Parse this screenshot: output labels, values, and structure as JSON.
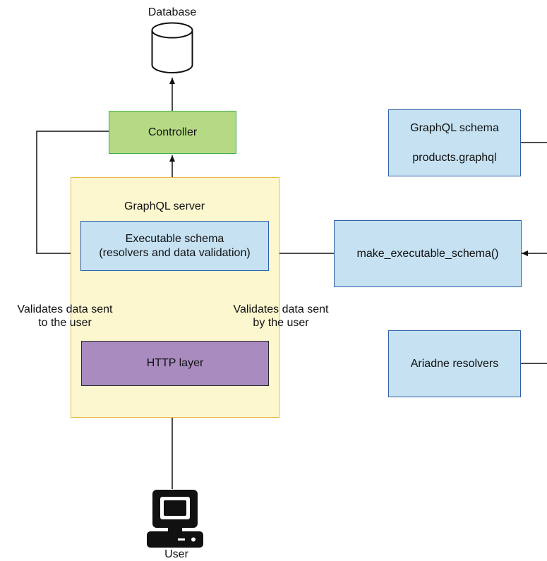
{
  "labels": {
    "database": "Database",
    "controller": "Controller",
    "graphql_server": "GraphQL server",
    "executable_schema_line1": "Executable schema",
    "executable_schema_line2": "(resolvers and data validation)",
    "validates_sent_to_user_line1": "Validates data sent",
    "validates_sent_to_user_line2": "to the user",
    "validates_sent_by_user_line1": "Validates data sent",
    "validates_sent_by_user_line2": "by the user",
    "http_layer": "HTTP layer",
    "user": "User",
    "graphql_schema": "GraphQL schema",
    "products_graphql": "products.graphql",
    "make_executable_schema": "make_executable_schema()",
    "ariadne_resolvers": "Ariadne resolvers"
  },
  "colors": {
    "controller_fill": "#b5d985",
    "controller_border": "#3fae4a",
    "server_fill": "#fdf7cf",
    "server_border": "#e8b73f",
    "blue_fill": "#c5e1f2",
    "blue_border": "#2f5fa7",
    "http_fill": "#a98bc0",
    "http_border": "#2a2a2a",
    "line": "#111111"
  },
  "icons": {
    "database": "database-cylinder-icon",
    "user": "computer-terminal-icon"
  }
}
